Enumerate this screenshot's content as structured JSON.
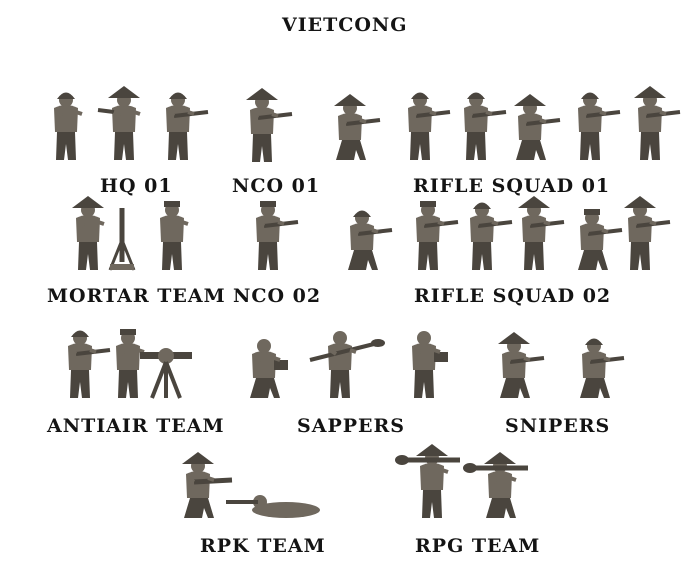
{
  "title": "VIETCONG",
  "colors": {
    "background": "#ffffff",
    "text": "#141414",
    "miniature": "#6f685e",
    "miniature_shadow": "#4a453e"
  },
  "groups": [
    {
      "id": "hq01",
      "label": "HQ 01",
      "figures": [
        {
          "hat": "helmet",
          "weapon": "none",
          "pose": "crouch"
        },
        {
          "hat": "conical",
          "weapon": "pistol",
          "pose": "stand"
        },
        {
          "hat": "helmet",
          "weapon": "rifle",
          "pose": "stand"
        }
      ]
    },
    {
      "id": "nco01",
      "label": "NCO 01",
      "figures": [
        {
          "hat": "conical",
          "weapon": "rifle",
          "pose": "stand"
        }
      ]
    },
    {
      "id": "rifle01",
      "label": "RIFLE SQUAD 01",
      "figures": [
        {
          "hat": "conical",
          "weapon": "rifle",
          "pose": "kneel"
        },
        {
          "hat": "helmet",
          "weapon": "rifle",
          "pose": "stand"
        },
        {
          "hat": "helmet",
          "weapon": "rifle",
          "pose": "stand"
        },
        {
          "hat": "conical",
          "weapon": "rifle",
          "pose": "kneel"
        },
        {
          "hat": "helmet",
          "weapon": "rifle",
          "pose": "stand"
        },
        {
          "hat": "conical",
          "weapon": "rifle",
          "pose": "stand"
        }
      ]
    },
    {
      "id": "mortar",
      "label": "MORTAR TEAM",
      "figures": [
        {
          "hat": "conical",
          "weapon": "none",
          "pose": "stand"
        },
        {
          "hat": "none",
          "weapon": "mortar",
          "pose": "tripod"
        },
        {
          "hat": "cap",
          "weapon": "none",
          "pose": "stand"
        }
      ]
    },
    {
      "id": "nco02",
      "label": "NCO 02",
      "figures": [
        {
          "hat": "cap",
          "weapon": "rifle",
          "pose": "stand"
        }
      ]
    },
    {
      "id": "rifle02",
      "label": "RIFLE SQUAD 02",
      "figures": [
        {
          "hat": "helmet",
          "weapon": "rifle",
          "pose": "kneel"
        },
        {
          "hat": "cap",
          "weapon": "rifle",
          "pose": "stand"
        },
        {
          "hat": "helmet",
          "weapon": "rifle",
          "pose": "stand"
        },
        {
          "hat": "conical",
          "weapon": "rifle",
          "pose": "stand"
        },
        {
          "hat": "cap",
          "weapon": "rifle",
          "pose": "kneel"
        },
        {
          "hat": "conical",
          "weapon": "rifle",
          "pose": "stand"
        }
      ]
    },
    {
      "id": "antiair",
      "label": "ANTIAIR TEAM",
      "figures": [
        {
          "hat": "helmet",
          "weapon": "rifle",
          "pose": "stand"
        },
        {
          "hat": "cap",
          "weapon": "none",
          "pose": "stand"
        },
        {
          "hat": "none",
          "weapon": "aa-gun",
          "pose": "tripod"
        }
      ]
    },
    {
      "id": "sappers",
      "label": "SAPPERS",
      "figures": [
        {
          "hat": "none",
          "weapon": "charge",
          "pose": "kneel"
        },
        {
          "hat": "none",
          "weapon": "pole-charge",
          "pose": "stand"
        },
        {
          "hat": "none",
          "weapon": "charge",
          "pose": "stand"
        }
      ]
    },
    {
      "id": "snipers",
      "label": "SNIPERS",
      "figures": [
        {
          "hat": "conical",
          "weapon": "rifle",
          "pose": "kneel"
        },
        {
          "hat": "helmet",
          "weapon": "rifle",
          "pose": "kneel"
        }
      ]
    },
    {
      "id": "rpk",
      "label": "RPK TEAM",
      "figures": [
        {
          "hat": "conical",
          "weapon": "lmg",
          "pose": "kneel"
        },
        {
          "hat": "helmet",
          "weapon": "lmg",
          "pose": "prone"
        }
      ]
    },
    {
      "id": "rpg",
      "label": "RPG TEAM",
      "figures": [
        {
          "hat": "conical",
          "weapon": "rpg",
          "pose": "stand"
        },
        {
          "hat": "conical",
          "weapon": "rpg",
          "pose": "kneel"
        }
      ]
    }
  ]
}
